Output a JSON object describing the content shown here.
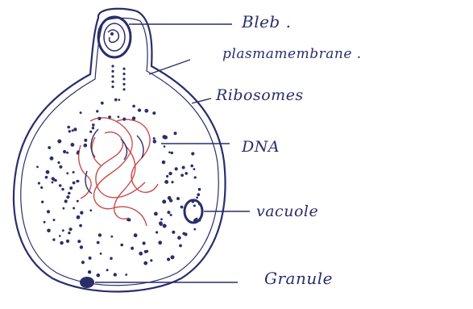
{
  "colors": {
    "ink": "#2b2d6b",
    "dna": "#c94a4a",
    "background": "#ffffff"
  },
  "labels": {
    "bleb": "Bleb .",
    "plasma_membrane": "plasmamembrane .",
    "ribosomes": "Ribosomes",
    "dna": "DNA",
    "vacuole": "vacuole",
    "granule": "Granule"
  }
}
